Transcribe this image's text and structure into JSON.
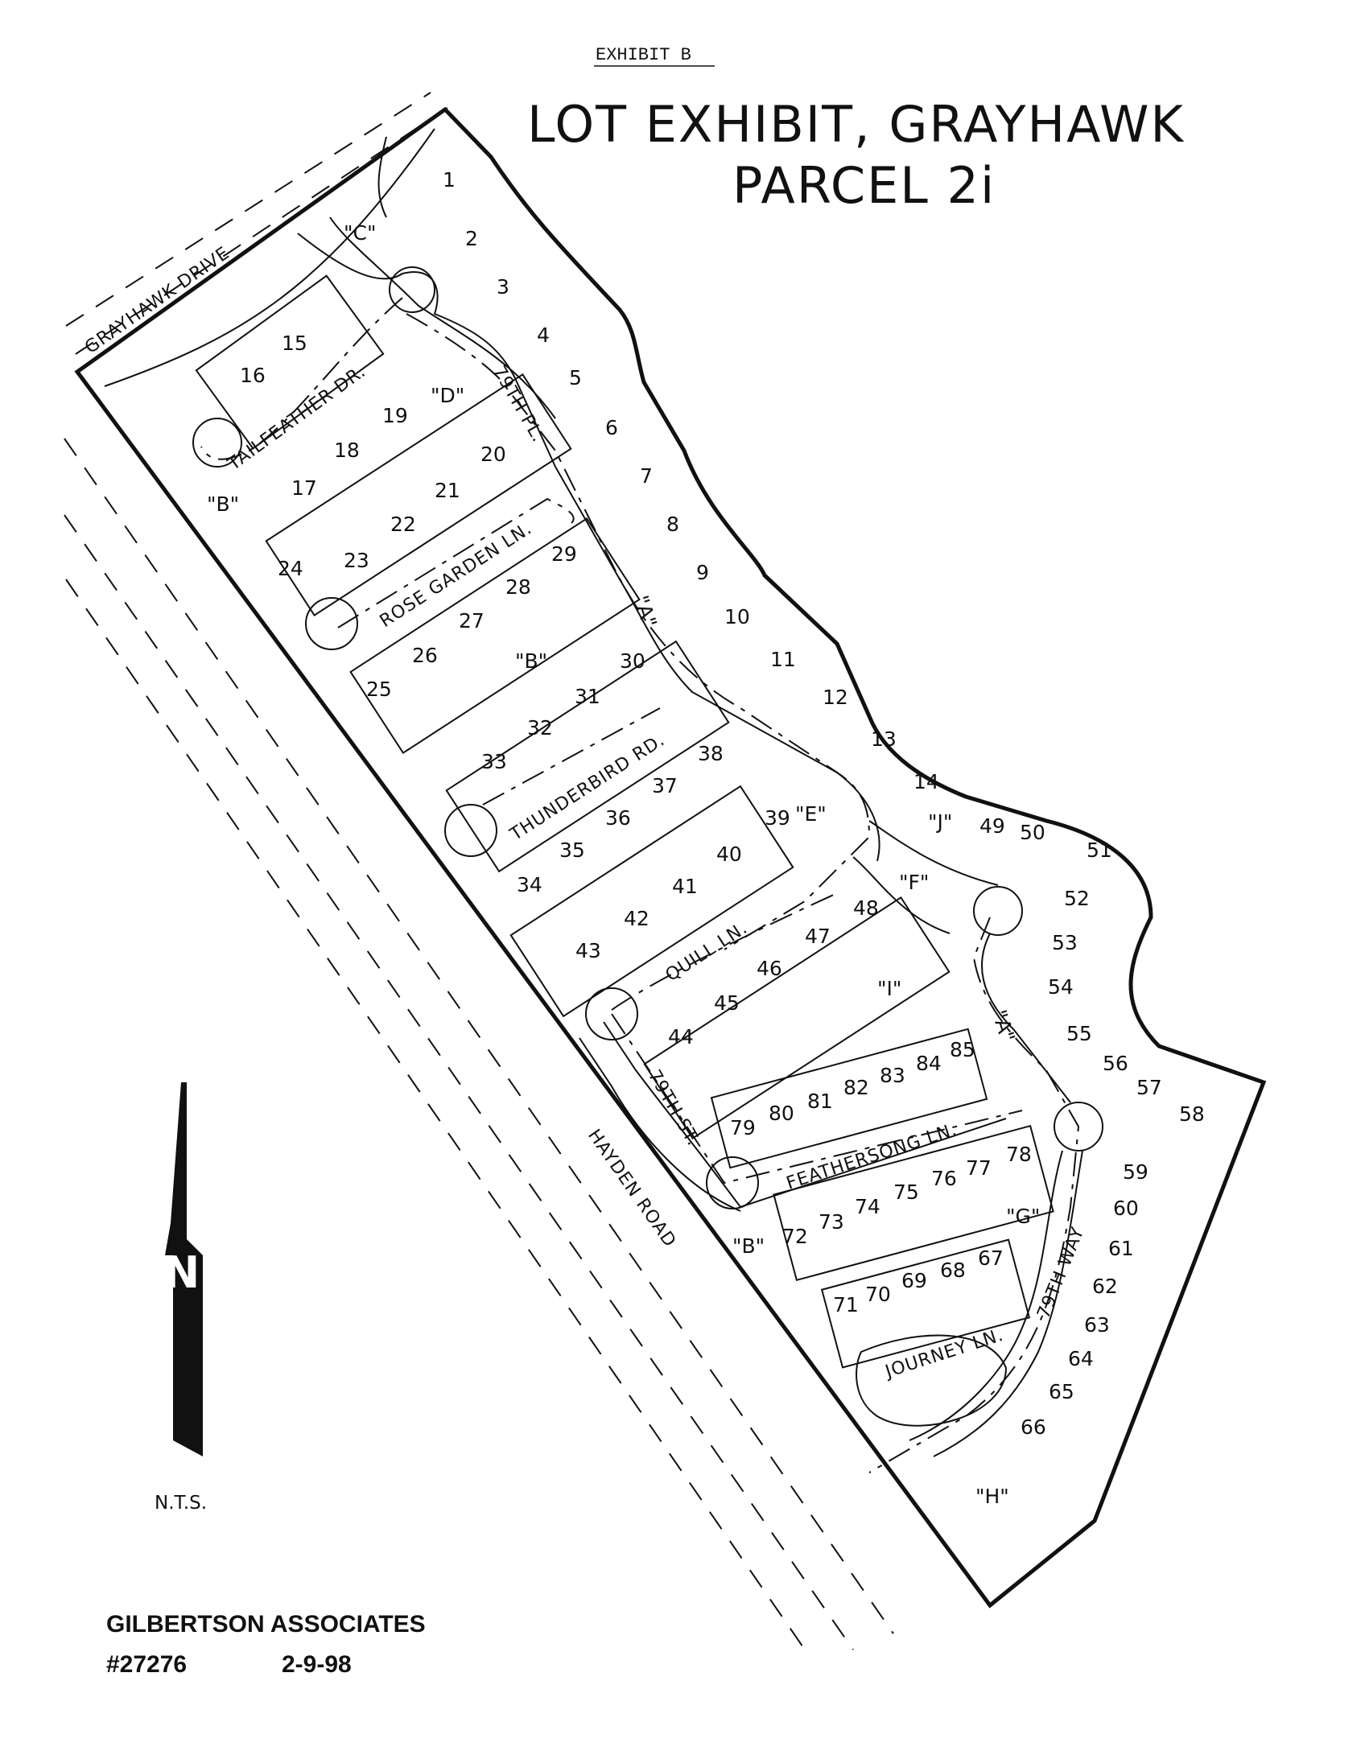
{
  "header": {
    "exhibit_label": "EXHIBIT B",
    "title_line1": "LOT EXHIBIT, GRAYHAWK",
    "title_line2": "PARCEL 2i"
  },
  "streets": {
    "grayhawk_drive": "GRAYHAWK DRIVE",
    "hayden_road": "HAYDEN ROAD",
    "tailfeather": "TAILFEATHER DR.",
    "pl_79th": "79TH PL.",
    "rose_garden": "ROSE GARDEN LN.",
    "thunderbird": "THUNDERBIRD RD.",
    "quill": "QUILL LN.",
    "st_79th": "79TH ST.",
    "feathersong": "FEATHERSONG LN.",
    "way_79th": "79TH WAY",
    "journey": "JOURNEY LN."
  },
  "tracts": {
    "a": "\"A\"",
    "a2": "\"A\"",
    "b1": "\"B\"",
    "b2": "\"B\"",
    "b3": "\"B\"",
    "c": "\"C\"",
    "d": "\"D\"",
    "e": "\"E\"",
    "f": "\"F\"",
    "g": "\"G\"",
    "h": "\"H\"",
    "i": "\"I\"",
    "j": "\"J\""
  },
  "lots": [
    "1",
    "2",
    "3",
    "4",
    "5",
    "6",
    "7",
    "8",
    "9",
    "10",
    "11",
    "12",
    "13",
    "14",
    "15",
    "16",
    "17",
    "18",
    "19",
    "20",
    "21",
    "22",
    "23",
    "24",
    "25",
    "26",
    "27",
    "28",
    "29",
    "30",
    "31",
    "32",
    "33",
    "34",
    "35",
    "36",
    "37",
    "38",
    "39",
    "40",
    "41",
    "42",
    "43",
    "44",
    "45",
    "46",
    "47",
    "48",
    "49",
    "50",
    "51",
    "52",
    "53",
    "54",
    "55",
    "56",
    "57",
    "58",
    "59",
    "60",
    "61",
    "62",
    "63",
    "64",
    "65",
    "66",
    "67",
    "68",
    "69",
    "70",
    "71",
    "72",
    "73",
    "74",
    "75",
    "76",
    "77",
    "78",
    "79",
    "80",
    "81",
    "82",
    "83",
    "84",
    "85"
  ],
  "north_arrow": {
    "label": "N",
    "scale_note": "N.T.S."
  },
  "footer": {
    "firm": "GILBERTSON ASSOCIATES",
    "job_number": "#27276",
    "date": "2-9-98"
  }
}
